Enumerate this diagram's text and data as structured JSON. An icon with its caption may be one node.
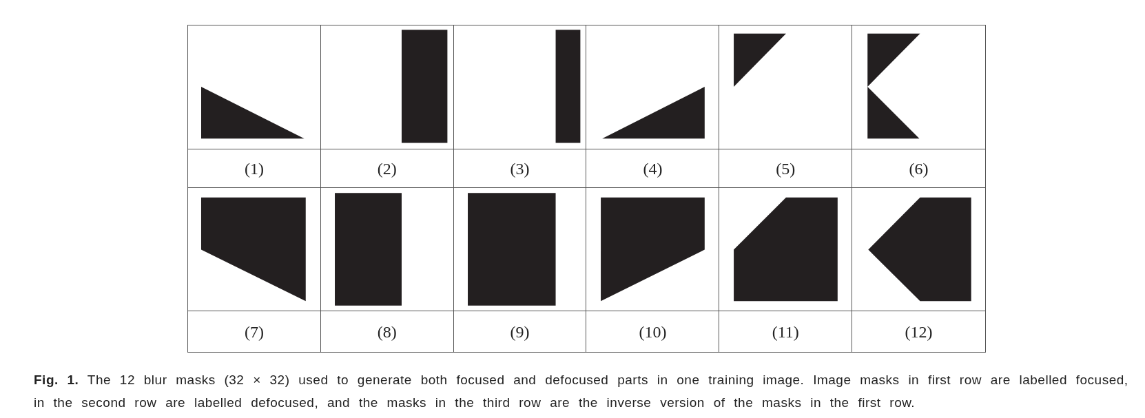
{
  "diagram": {
    "caption": "**Fig. 1.**  The 12 blur masks (32 × 32) used to generate both focused and defocused parts in one training image. Image masks in first row are labelled focused, in the second row are labelled defocused, and the masks in the third row are the inverse version of the masks in the first row.",
    "labels": [
      "(1)",
      "(2)",
      "(3)",
      "(4)",
      "(5)",
      "(6)",
      "(7)",
      "(8)",
      "(9)",
      "(10)",
      "(11)",
      "(12)"
    ]
  }
}
